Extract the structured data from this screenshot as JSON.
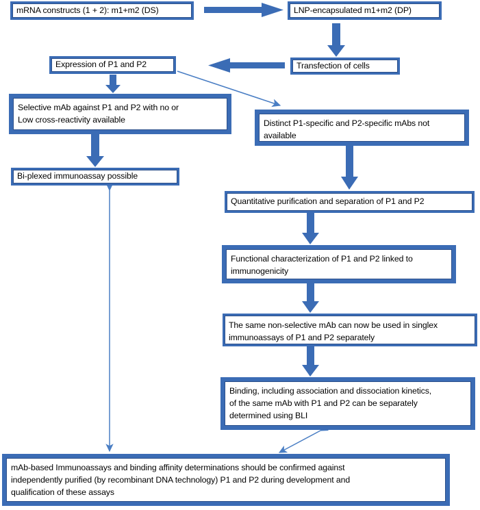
{
  "diagram": {
    "title": "mRNA construct bioanalytical strategy flowchart",
    "accent_color": "#3b6cb5",
    "thin_arrow_color": "#4a7ec4",
    "box_fill": "#ffffff",
    "text_color": "#000000"
  },
  "nodes": {
    "mrna_constructs": "mRNA constructs (1 + 2): m1+m2 (DS)",
    "lnp_encapsulated": "LNP-encapsulated m1+m2 (DP)",
    "transfection": "Transfection of cells",
    "expression": "Expression of P1 and P2",
    "selective_mab": "Selective mAb against P1 and P2 with no or\nLow cross-reactivity available",
    "distinct_mabs": "Distinct P1-specific and P2-specific mAbs not\navailable",
    "biplexed": "Bi-plexed immunoassay possible",
    "quant_purification": "Quantitative purification and separation of P1 and P2",
    "functional_char": "Functional characterization of P1 and P2 linked to\nimmunogenicity",
    "singlex": "The same non-selective mAb can now be used in singlex\nimmunoassays of P1 and P2 separately",
    "binding_bli": "Binding, including association and dissociation kinetics,\nof the same mAb with P1 and P2 can be separately\ndetermined using BLI",
    "confirmation": "mAb-based Immunoassays and binding affinity determinations should be confirmed against\nindependently purified (by recombinant DNA technology) P1 and P2 during development and\nqualification of these assays"
  },
  "edges": [
    {
      "id": "e-constructs-to-lnp",
      "from": "mrna_constructs",
      "to": "lnp_encapsulated",
      "style": "thick-horizontal-right"
    },
    {
      "id": "e-lnp-to-transfection",
      "from": "lnp_encapsulated",
      "to": "transfection",
      "style": "thick-vertical-down"
    },
    {
      "id": "e-transfection-to-expression",
      "from": "transfection",
      "to": "expression",
      "style": "thick-horizontal-left"
    },
    {
      "id": "e-expression-to-selective",
      "from": "expression",
      "to": "selective_mab",
      "style": "thick-vertical-down"
    },
    {
      "id": "e-expression-to-distinct",
      "from": "expression",
      "to": "distinct_mabs",
      "style": "thin-diagonal"
    },
    {
      "id": "e-selective-to-biplexed",
      "from": "selective_mab",
      "to": "biplexed",
      "style": "thick-vertical-down"
    },
    {
      "id": "e-distinct-to-quant",
      "from": "distinct_mabs",
      "to": "quant_purification",
      "style": "thick-vertical-down"
    },
    {
      "id": "e-quant-to-functional",
      "from": "quant_purification",
      "to": "functional_char",
      "style": "thick-vertical-down"
    },
    {
      "id": "e-functional-to-singlex",
      "from": "functional_char",
      "to": "singlex",
      "style": "thick-vertical-down"
    },
    {
      "id": "e-singlex-to-binding",
      "from": "singlex",
      "to": "binding_bli",
      "style": "thick-vertical-down"
    },
    {
      "id": "e-biplexed-to-confirmation",
      "from": "biplexed",
      "to": "confirmation",
      "style": "thin-vertical-double"
    },
    {
      "id": "e-binding-to-confirmation",
      "from": "binding_bli",
      "to": "confirmation",
      "style": "thin-diagonal-double"
    }
  ]
}
